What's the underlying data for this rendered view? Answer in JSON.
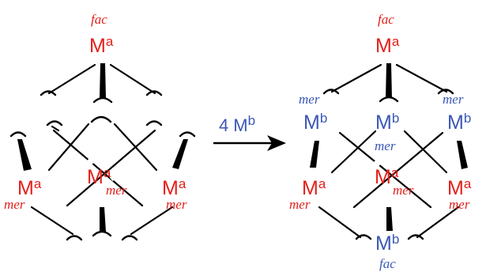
{
  "colors": {
    "metal_a": "#e3201b",
    "metal_b": "#3b57b5",
    "bond": "#000000"
  },
  "left_structure": {
    "top": {
      "metal": "M",
      "sup": "a",
      "geometry": "fac"
    },
    "left": {
      "metal": "M",
      "sup": "a",
      "geometry": "mer"
    },
    "center": {
      "metal": "M",
      "sup": "a",
      "geometry": "mer"
    },
    "right": {
      "metal": "M",
      "sup": "a",
      "geometry": "mer"
    }
  },
  "arrow": {
    "label_count": "4",
    "label_metal": "M",
    "label_sup": "b"
  },
  "right_structure": {
    "top": {
      "metal": "M",
      "sup": "a",
      "geometry": "fac"
    },
    "upper_left": {
      "metal": "M",
      "sup": "b",
      "geometry": "mer"
    },
    "upper_center": {
      "metal": "M",
      "sup": "b",
      "geometry": "mer"
    },
    "upper_right": {
      "metal": "M",
      "sup": "b",
      "geometry": "mer"
    },
    "left": {
      "metal": "M",
      "sup": "a",
      "geometry": "mer"
    },
    "center": {
      "metal": "M",
      "sup": "a",
      "geometry": "mer"
    },
    "right": {
      "metal": "M",
      "sup": "a",
      "geometry": "mer"
    },
    "bottom": {
      "metal": "M",
      "sup": "b",
      "geometry": "fac"
    }
  }
}
